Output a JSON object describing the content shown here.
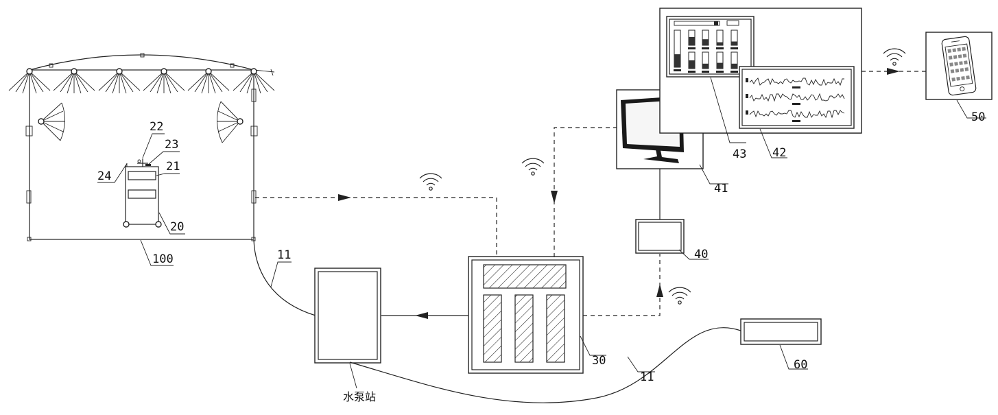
{
  "labels": {
    "field": "100",
    "station": "20",
    "station_box": "21",
    "station_antenna": "22",
    "station_sensor": "23",
    "station_pole": "24",
    "pipe_upper": "11",
    "pipe_lower": "11",
    "controller": "30",
    "gateway": "40",
    "computer": "41",
    "chart_panel": "42",
    "control_panel": "43",
    "phone": "50",
    "water_source": "60",
    "pump_station": "水泵站"
  },
  "icons": [
    "wifi-icon",
    "monitor-icon",
    "smartphone-icon",
    "sprinkler-icon",
    "arrow-icon"
  ],
  "colors": {
    "line": "#222222",
    "background": "#ffffff"
  }
}
